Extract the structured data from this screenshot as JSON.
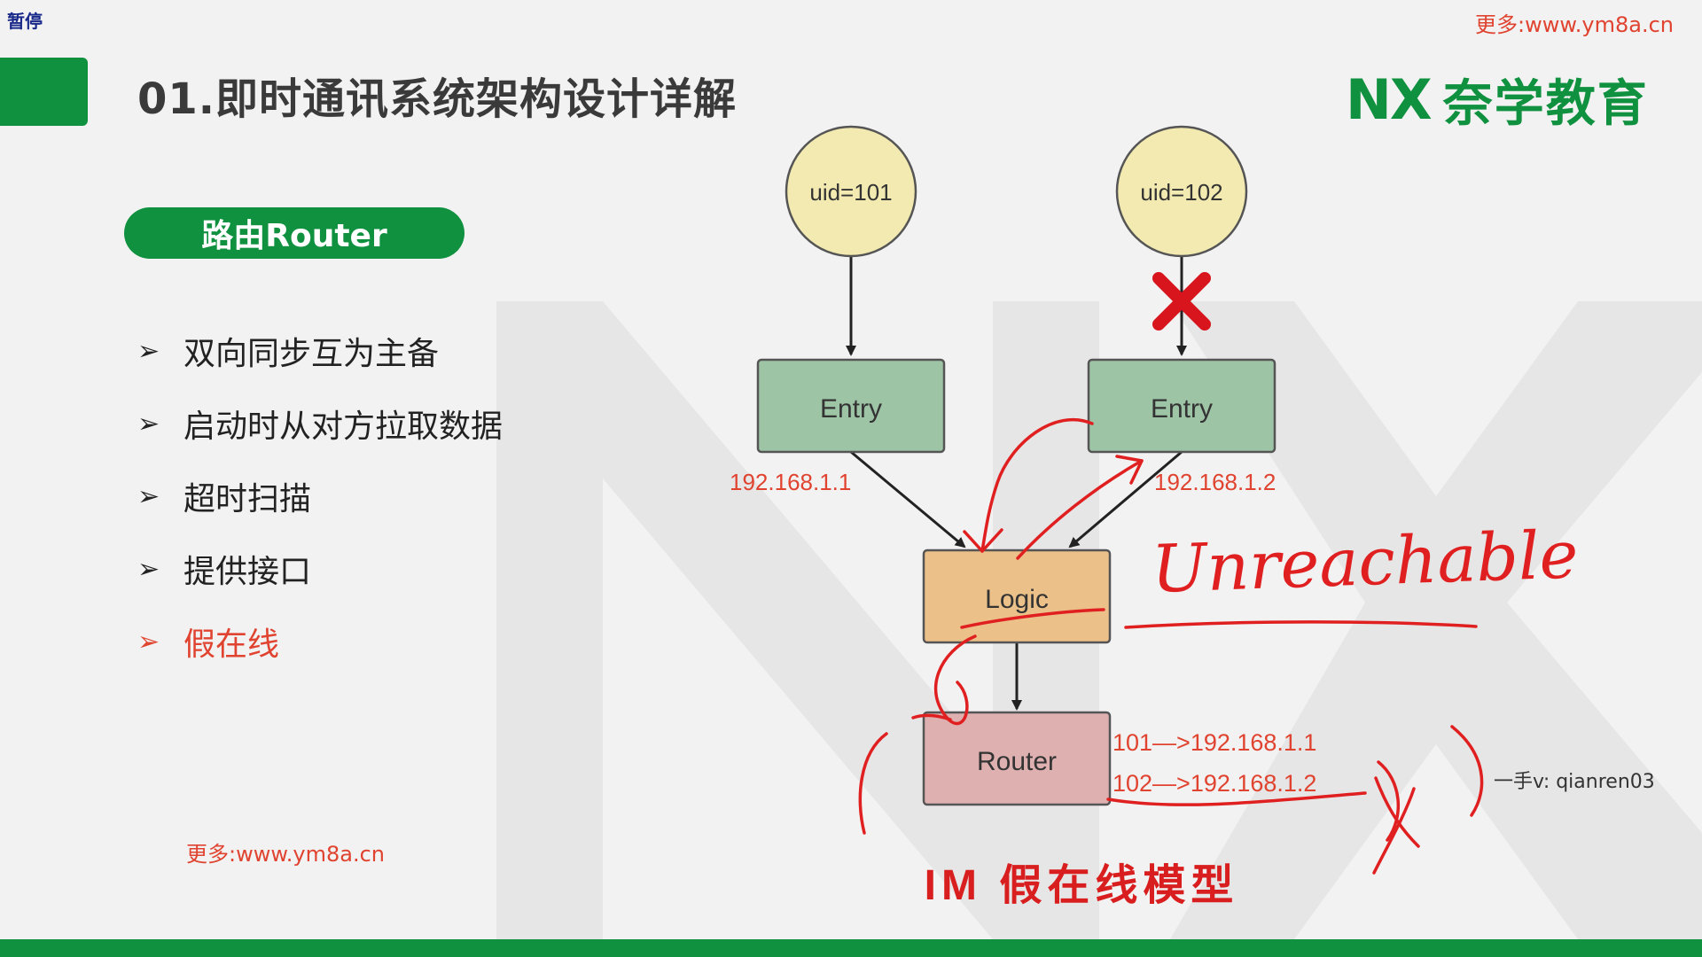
{
  "pause_badge": "暂停",
  "top_link": "更多:www.ym8a.cn",
  "page_title": "01.即时通讯系统架构设计详解",
  "brand": {
    "mark": "NX",
    "name": "奈学教育"
  },
  "section_pill": "路由Router",
  "bullets": [
    {
      "text": "双向同步互为主备",
      "active": false
    },
    {
      "text": "启动时从对方拉取数据",
      "active": false
    },
    {
      "text": "超时扫描",
      "active": false
    },
    {
      "text": "提供接口",
      "active": false
    },
    {
      "text": "假在线",
      "active": true
    }
  ],
  "bullet_arrow": "➢",
  "bottom_link": "更多:www.ym8a.cn",
  "contact": "一手v: qianren03",
  "diagram": {
    "user1": "uid=101",
    "user2": "uid=102",
    "entry1": "Entry",
    "entry2": "Entry",
    "ip1": "192.168.1.1",
    "ip2": "192.168.1.2",
    "logic": "Logic",
    "router": "Router",
    "route1": "101—>192.168.1.1",
    "route2": "102—>192.168.1.2",
    "handwriting": "Unreachable",
    "caption": "IM 假在线模型"
  },
  "colors": {
    "brand_green": "#10913f",
    "accent_red": "#e0432f",
    "user_circle": "#f2eab0",
    "entry_box": "#9ec4a6",
    "logic_box": "#ecc089",
    "router_box": "#deb0b0",
    "ink_red": "#e02020"
  }
}
